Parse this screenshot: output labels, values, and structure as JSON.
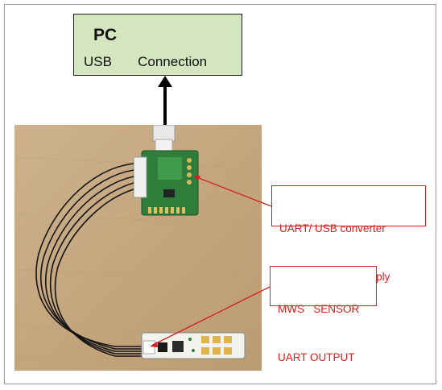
{
  "pc_box": {
    "title": "PC",
    "subtitle": "USB   Connection"
  },
  "callouts": {
    "uart_line1": "UART/ USB converter",
    "uart_line2": "Including power supply",
    "mws_line1": "MWS   SENSOR",
    "mws_line2": "UART OUTPUT"
  },
  "colors": {
    "pc_box_fill": "#d3e6bf",
    "callout_red": "#d42020",
    "pcb_green": "#2f7d3a",
    "desk_wood": "#c9ad86"
  }
}
